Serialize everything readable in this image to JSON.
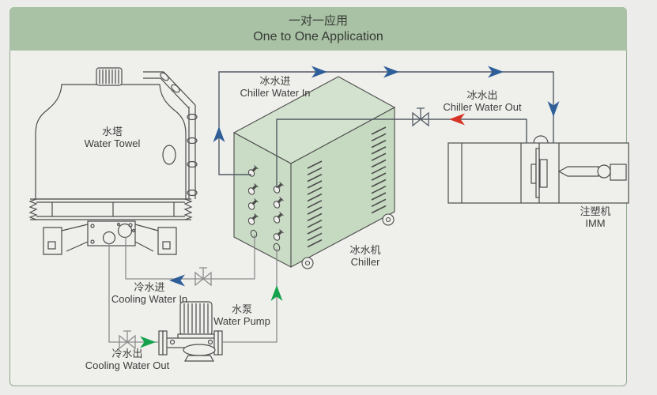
{
  "header": {
    "title_zh": "一对一应用",
    "title_en": "One to One Application"
  },
  "labels": {
    "water_tower": {
      "zh": "水塔",
      "en": "Water Towel"
    },
    "chiller_water_in": {
      "zh": "冰水进",
      "en": "Chiller Water In"
    },
    "chiller_water_out": {
      "zh": "冰水出",
      "en": "Chiller Water Out"
    },
    "chiller": {
      "zh": "冰水机",
      "en": "Chiller"
    },
    "imm": {
      "zh": "注塑机",
      "en": "IMM"
    },
    "cooling_water_in": {
      "zh": "冷水进",
      "en": "Cooling Water In"
    },
    "cooling_water_out": {
      "zh": "冷水出",
      "en": "Cooling Water Out"
    },
    "water_pump": {
      "zh": "水泵",
      "en": "Water Pump"
    }
  },
  "colors": {
    "header_green": "#a9c1a4",
    "border_green": "#8fa98b",
    "background": "#eff0ec",
    "chiller_top": "#d3e2ce",
    "chiller_left": "#cbdcc6",
    "chiller_right": "#c6d9c1",
    "outline": "#4c4c4c",
    "pipe_chilled": "#535b64",
    "pipe_cooling": "#8c8c8c",
    "arrow_blue": "#2f5e99",
    "arrow_red": "#d63426",
    "arrow_green": "#15a24c",
    "text": "#3e3e3e"
  }
}
